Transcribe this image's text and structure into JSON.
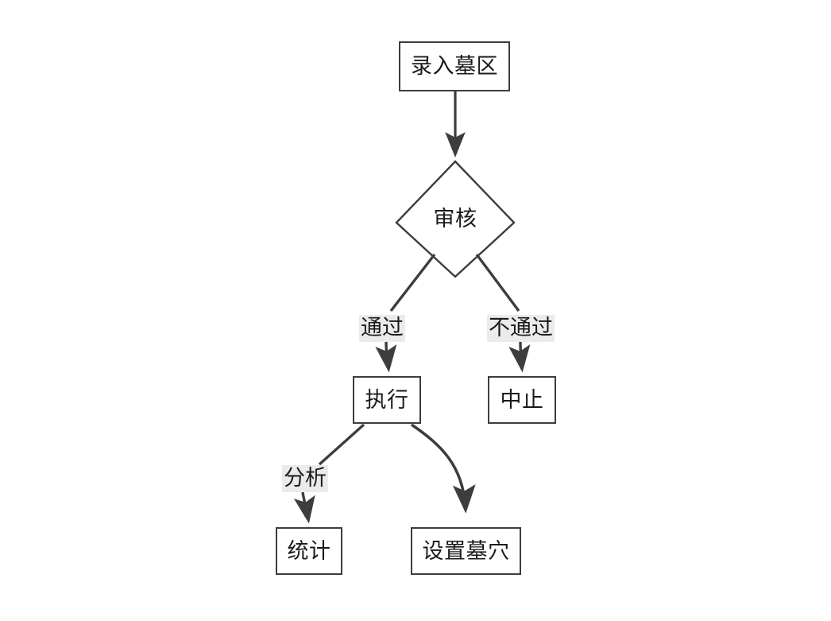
{
  "diagram": {
    "type": "flowchart",
    "title": "",
    "background_color": "#ffffff",
    "node_border_color": "#3d3d3d",
    "node_fill_color": "#ffffff",
    "edge_color": "#3d3d3d",
    "label_background_color": "#ebebeb",
    "text_color": "#1a1a1a",
    "nodes": [
      {
        "id": "n1",
        "label": "录入墓区",
        "shape": "rectangle"
      },
      {
        "id": "n2",
        "label": "审核",
        "shape": "diamond"
      },
      {
        "id": "n3",
        "label": "执行",
        "shape": "rectangle"
      },
      {
        "id": "n4",
        "label": "中止",
        "shape": "rectangle"
      },
      {
        "id": "n5",
        "label": "统计",
        "shape": "rectangle"
      },
      {
        "id": "n6",
        "label": "设置墓穴",
        "shape": "rectangle"
      }
    ],
    "edges": [
      {
        "from": "n1",
        "to": "n2",
        "label": ""
      },
      {
        "from": "n2",
        "to": "n3",
        "label": "通过"
      },
      {
        "from": "n2",
        "to": "n4",
        "label": "不通过"
      },
      {
        "from": "n3",
        "to": "n5",
        "label": "分析"
      },
      {
        "from": "n3",
        "to": "n6",
        "label": ""
      }
    ],
    "edge_labels": {
      "pass": "通过",
      "fail": "不通过",
      "analyze": "分析"
    }
  }
}
